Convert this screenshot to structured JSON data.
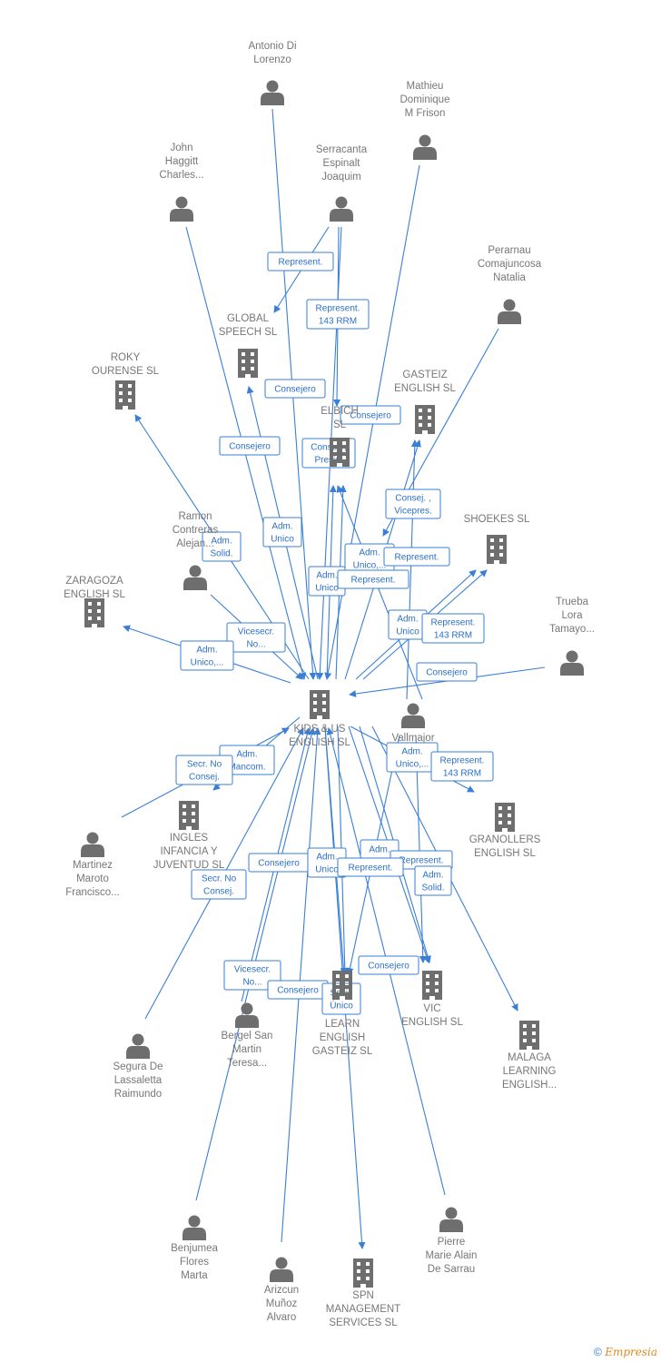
{
  "nodes": [
    {
      "id": "kids",
      "type": "company",
      "label": [
        "KIDS & US",
        "ENGLISH SL"
      ]
    },
    {
      "id": "antonio",
      "type": "person",
      "label": [
        "Antonio Di",
        "Lorenzo"
      ]
    },
    {
      "id": "mathieu",
      "type": "person",
      "label": [
        "Mathieu",
        "Dominique",
        "M Frison"
      ]
    },
    {
      "id": "john",
      "type": "person",
      "label": [
        "John",
        "Haggitt",
        "Charles..."
      ]
    },
    {
      "id": "serracanta",
      "type": "person",
      "label": [
        "Serracanta",
        "Espinalt",
        "Joaquim"
      ]
    },
    {
      "id": "perarnau",
      "type": "person",
      "label": [
        "Perarnau",
        "Comajuncosa",
        "Natalia"
      ]
    },
    {
      "id": "global",
      "type": "company",
      "label": [
        "GLOBAL",
        "SPEECH SL"
      ]
    },
    {
      "id": "roky",
      "type": "company",
      "label": [
        "ROKY",
        "OURENSE SL"
      ]
    },
    {
      "id": "elbich",
      "type": "company",
      "label": [
        "ELBICH",
        "SL"
      ]
    },
    {
      "id": "gasteiz",
      "type": "company",
      "label": [
        "GASTEIZ",
        "ENGLISH  SL"
      ]
    },
    {
      "id": "ramon",
      "type": "person",
      "label": [
        "Ramon",
        "Contreras",
        "Alejan..."
      ]
    },
    {
      "id": "shoekes",
      "type": "company",
      "label": [
        "SHOEKES SL"
      ]
    },
    {
      "id": "zaragoza",
      "type": "company",
      "label": [
        "ZARAGOZA",
        "ENGLISH SL"
      ]
    },
    {
      "id": "trueba",
      "type": "person",
      "label": [
        "Trueba",
        "Lora",
        "Tamayo..."
      ]
    },
    {
      "id": "vallmajor",
      "type": "person",
      "label": [
        "Vallmajor"
      ]
    },
    {
      "id": "ingles",
      "type": "company",
      "label": [
        "INGLES",
        "INFANCIA Y",
        "JUVENTUD  SL"
      ]
    },
    {
      "id": "granollers",
      "type": "company",
      "label": [
        "GRANOLLERS",
        "ENGLISH SL"
      ]
    },
    {
      "id": "martinez",
      "type": "person",
      "label": [
        "Martinez",
        "Maroto",
        "Francisco..."
      ]
    },
    {
      "id": "segura",
      "type": "person",
      "label": [
        "Segura De",
        "Lassaletta",
        "Raimundo"
      ]
    },
    {
      "id": "bergel",
      "type": "person",
      "label": [
        "Bergel San",
        "Martin",
        "Teresa..."
      ]
    },
    {
      "id": "learn",
      "type": "company",
      "label": [
        "LEARN",
        "ENGLISH",
        "GASTEIZ SL"
      ]
    },
    {
      "id": "vic",
      "type": "company",
      "label": [
        "VIC",
        "ENGLISH SL"
      ]
    },
    {
      "id": "malaga",
      "type": "company",
      "label": [
        "MALAGA",
        "LEARNING",
        "ENGLISH..."
      ]
    },
    {
      "id": "benjumea",
      "type": "person",
      "label": [
        "Benjumea",
        "Flores",
        "Marta"
      ]
    },
    {
      "id": "arizcun",
      "type": "person",
      "label": [
        "Arizcun",
        "Muñoz",
        "Alvaro"
      ]
    },
    {
      "id": "spn",
      "type": "company",
      "label": [
        "SPN",
        "MANAGEMENT",
        "SERVICES SL"
      ]
    },
    {
      "id": "pierre",
      "type": "person",
      "label": [
        "Pierre",
        "Marie Alain",
        "De Sarrau"
      ]
    }
  ],
  "edge_labels": [
    {
      "text": [
        "Represent."
      ]
    },
    {
      "text": [
        "Represent.",
        "143 RRM"
      ]
    },
    {
      "text": [
        "Consejero"
      ]
    },
    {
      "text": [
        "Consejero"
      ]
    },
    {
      "text": [
        "Consejero"
      ]
    },
    {
      "text": [
        "Consej. ,",
        "Presid."
      ]
    },
    {
      "text": [
        "Consej. ,",
        "Vicepres."
      ]
    },
    {
      "text": [
        "Adm.",
        "Unico"
      ]
    },
    {
      "text": [
        "Adm.",
        "Solid."
      ]
    },
    {
      "text": [
        "Adm.",
        "Unico,..."
      ]
    },
    {
      "text": [
        "Represent."
      ]
    },
    {
      "text": [
        "Adm.",
        "Unico"
      ]
    },
    {
      "text": [
        "Represent."
      ]
    },
    {
      "text": [
        "Adm.",
        "Unico"
      ]
    },
    {
      "text": [
        "Represent.",
        "143 RRM"
      ]
    },
    {
      "text": [
        "Vicesecr.",
        "No..."
      ]
    },
    {
      "text": [
        "Adm.",
        "Unico,..."
      ]
    },
    {
      "text": [
        "Consejero"
      ]
    },
    {
      "text": [
        "Adm.",
        "Mancom."
      ]
    },
    {
      "text": [
        "Secr.  No",
        "Consej."
      ]
    },
    {
      "text": [
        "Adm.",
        "Unico,..."
      ]
    },
    {
      "text": [
        "Represent.",
        "143 RRM"
      ]
    },
    {
      "text": [
        "Consejero"
      ]
    },
    {
      "text": [
        "Adm.",
        "Unico"
      ]
    },
    {
      "text": [
        "Adm."
      ]
    },
    {
      "text": [
        "Represent."
      ]
    },
    {
      "text": [
        "Represent."
      ]
    },
    {
      "text": [
        "Adm.",
        "Solid."
      ]
    },
    {
      "text": [
        "Secr.  No",
        "Consej."
      ]
    },
    {
      "text": [
        "Consejero"
      ]
    },
    {
      "text": [
        "Vicesecr.",
        "No..."
      ]
    },
    {
      "text": [
        "Consejero"
      ]
    },
    {
      "text": [
        "Socio",
        "Único"
      ]
    }
  ],
  "footer": {
    "copyright": "©",
    "brand": "Empresia"
  }
}
